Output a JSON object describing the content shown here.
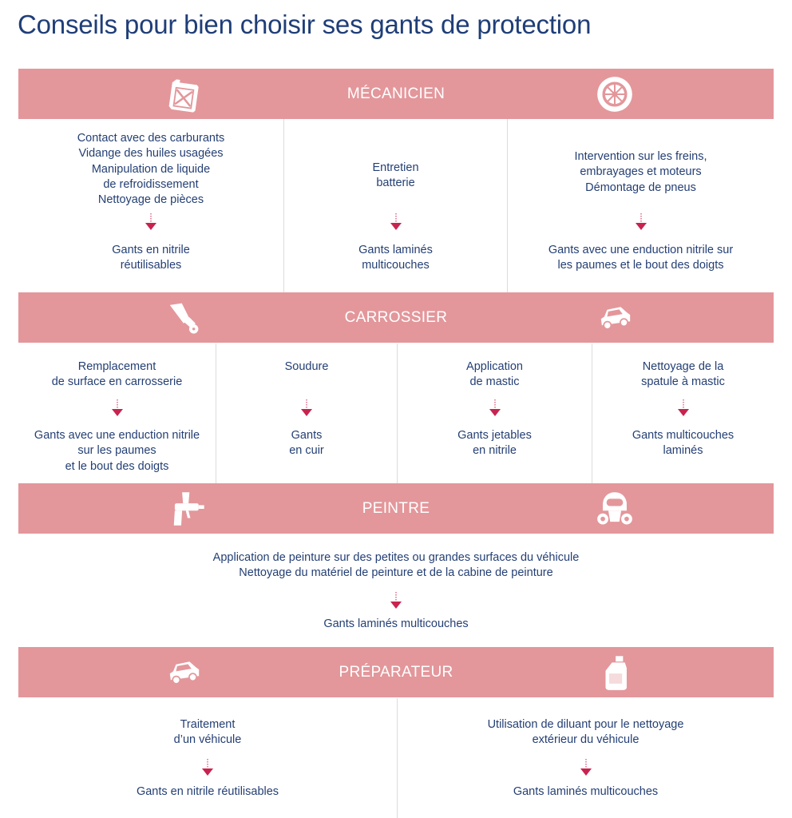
{
  "title": "Conseils pour bien choisir ses gants de protection",
  "colors": {
    "band": "#e3979b",
    "text": "#243f74",
    "arrow": "#c8234f"
  },
  "sections": {
    "mecanicien": {
      "title": "MÉCANICIEN",
      "icons": [
        "jerrycan-icon",
        "wheel-icon"
      ],
      "columns": [
        {
          "context": [
            "Contact avec des carburants",
            "Vidange des huiles usagées",
            "Manipulation de liquide",
            "de refroidissement",
            "Nettoyage de pièces"
          ],
          "result": [
            "Gants en nitrile",
            "réutilisables"
          ]
        },
        {
          "context": [
            "Entretien",
            "batterie"
          ],
          "result": [
            "Gants laminés",
            "multicouches"
          ]
        },
        {
          "context": [
            "Intervention sur les freins,",
            "embrayages et moteurs",
            "Démontage de pneus"
          ],
          "result": [
            "Gants avec une enduction nitrile sur",
            "les paumes et le bout des doigts"
          ]
        }
      ]
    },
    "carrossier": {
      "title": "CARROSSIER",
      "icons": [
        "putty-knife-icon",
        "car-icon"
      ],
      "columns": [
        {
          "context": [
            "Remplacement",
            "de surface en carrosserie"
          ],
          "result": [
            "Gants avec une enduction nitrile",
            "sur les paumes",
            "et le bout des doigts"
          ]
        },
        {
          "context": [
            "Soudure"
          ],
          "result": [
            "Gants",
            "en cuir"
          ]
        },
        {
          "context": [
            "Application",
            "de mastic"
          ],
          "result": [
            "Gants jetables",
            "en nitrile"
          ]
        },
        {
          "context": [
            "Nettoyage de la",
            "spatule à mastic"
          ],
          "result": [
            "Gants multicouches",
            "laminés"
          ]
        }
      ]
    },
    "peintre": {
      "title": "PEINTRE",
      "icons": [
        "spray-gun-icon",
        "respirator-mask-icon"
      ],
      "columns": [
        {
          "context": [
            "Application de peinture sur des petites ou grandes surfaces du véhicule",
            "Nettoyage du matériel de peinture et de la cabine de peinture"
          ],
          "result": [
            "Gants laminés multicouches"
          ]
        }
      ]
    },
    "preparateur": {
      "title": "PRÉPARATEUR",
      "icons": [
        "car-icon",
        "detergent-bottle-icon"
      ],
      "columns": [
        {
          "context": [
            "Traitement",
            "d’un véhicule"
          ],
          "result": [
            "Gants en nitrile réutilisables"
          ]
        },
        {
          "context": [
            "Utilisation de diluant pour le nettoyage",
            "extérieur du véhicule"
          ],
          "result": [
            "Gants laminés multicouches"
          ]
        }
      ]
    }
  }
}
